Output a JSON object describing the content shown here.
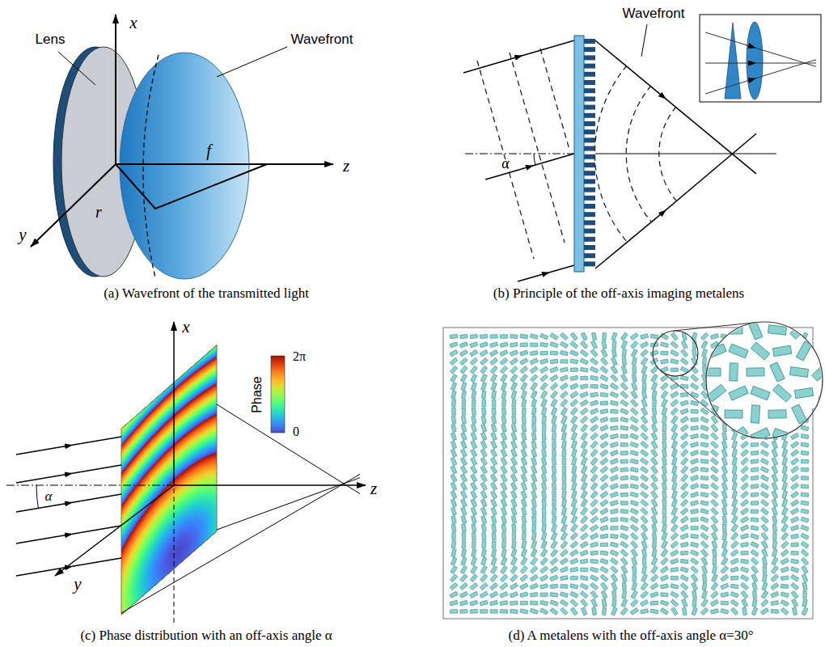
{
  "diagram": {
    "labels": [
      "Lens",
      "x",
      "Wavefront",
      "f",
      "z",
      "r",
      "y",
      "(a) Wavefront of the transmitted light",
      "Wavefront",
      "α",
      "(b) Principle of the off-axis imaging metalens",
      "x",
      "2π",
      "Phase",
      "0",
      "α",
      "z",
      "y",
      "(c) Phase distribution with an off-axis angle α",
      "(d) A metalens with the off-axis angle α=30°"
    ]
  }
}
